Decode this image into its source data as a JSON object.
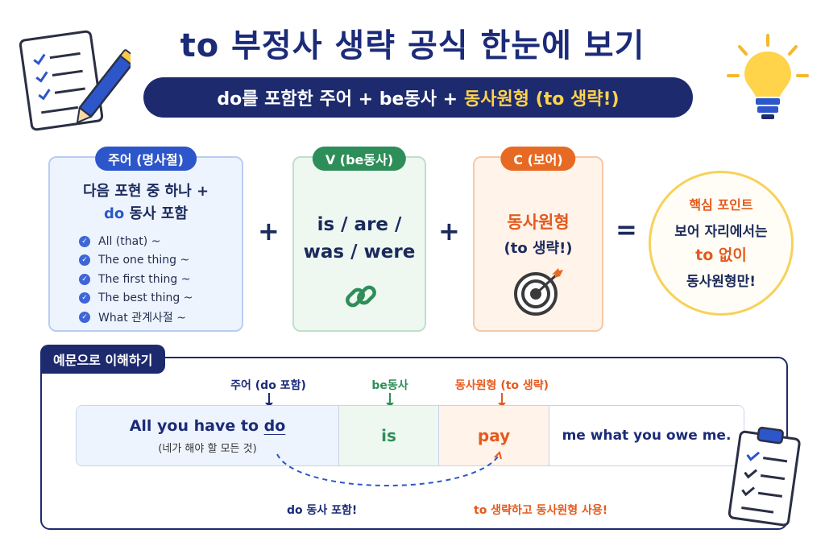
{
  "title": "to 부정사 생략 공식 한눈에 보기",
  "subtitle": {
    "prefix": "do를 포함한 주어 + be동사 + ",
    "highlight": "동사원형 (to 생략!)"
  },
  "subject_card": {
    "label": "주어 (명사절)",
    "desc_line1": "다음 포현 중 하나 +",
    "desc_blue": "do",
    "desc_rest": " 동사 포함",
    "items": [
      "All (that) ~",
      "The one thing ~",
      "The first thing ~",
      "The best thing ~",
      "What 관계사절 ~"
    ]
  },
  "verb_card": {
    "label": "V (be동사)",
    "line1": "is / are /",
    "line2": "was / were"
  },
  "comp_card": {
    "label": "C (보어)",
    "main": "동사원형",
    "sub": "(to 생략!)"
  },
  "operators": {
    "plus": "+",
    "equals": "="
  },
  "key_point": {
    "title": "핵심 포인트",
    "line1": "보어 자리에서는",
    "line2": "to 없이",
    "line3": "동사원형만!"
  },
  "example": {
    "tab_label": "예문으로 이해하기",
    "anno_subject": "주어 (do 포함)",
    "anno_verb": "be동사",
    "anno_comp": "동사원형 (to 생략)",
    "subject_prefix": "All you have to ",
    "subject_do": "do",
    "subject_translation": "(네가 해야 할 모든 것)",
    "verb": "is",
    "complement": "pay",
    "rest": "me what you owe me.",
    "note_left": "do 동사 포함!",
    "note_right": "to 생략하고 동사원형 사용!"
  },
  "icons": {
    "check": "check-circle-icon",
    "link": "link-icon",
    "target": "target-icon",
    "bulb": "lightbulb-icon",
    "notepad": "notepad-pencil-icon",
    "clipboard": "clipboard-check-icon"
  },
  "colors": {
    "navy": "#1d2a6e",
    "blue": "#2c56c9",
    "green": "#2e8e59",
    "orange": "#e66a23",
    "yellow": "#ffd34a"
  }
}
